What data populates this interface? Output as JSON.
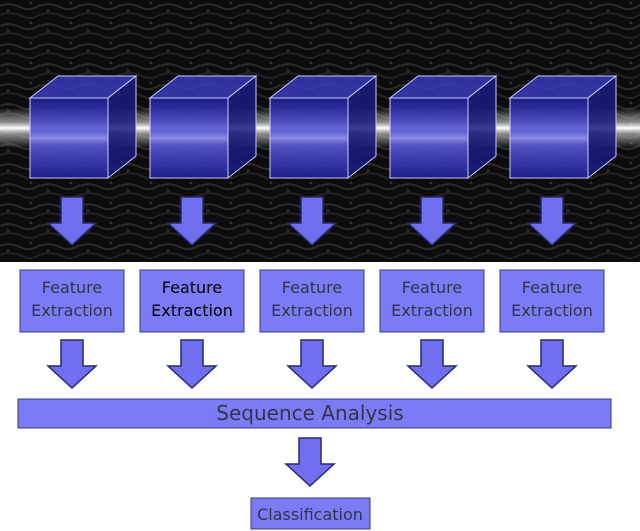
{
  "diagram": {
    "feature_boxes": [
      {
        "line1": "Feature",
        "line2": "Extraction",
        "emphasized": false
      },
      {
        "line1": "Feature",
        "line2": "Extraction",
        "emphasized": true
      },
      {
        "line1": "Feature",
        "line2": "Extraction",
        "emphasized": false
      },
      {
        "line1": "Feature",
        "line2": "Extraction",
        "emphasized": false
      },
      {
        "line1": "Feature",
        "line2": "Extraction",
        "emphasized": false
      }
    ],
    "sequence_label": "Sequence Analysis",
    "classification_label": "Classification",
    "colors": {
      "box_fill": "#7b7bf5",
      "box_stroke": "#3a3a7a",
      "arrow_fill": "#6f6ff0",
      "arrow_stroke": "#2a2a6a",
      "cube_front": "#2a2aa8",
      "image_bg": "#0b0b0b",
      "beam": "#f4f4f4"
    },
    "cube_count": 5
  }
}
